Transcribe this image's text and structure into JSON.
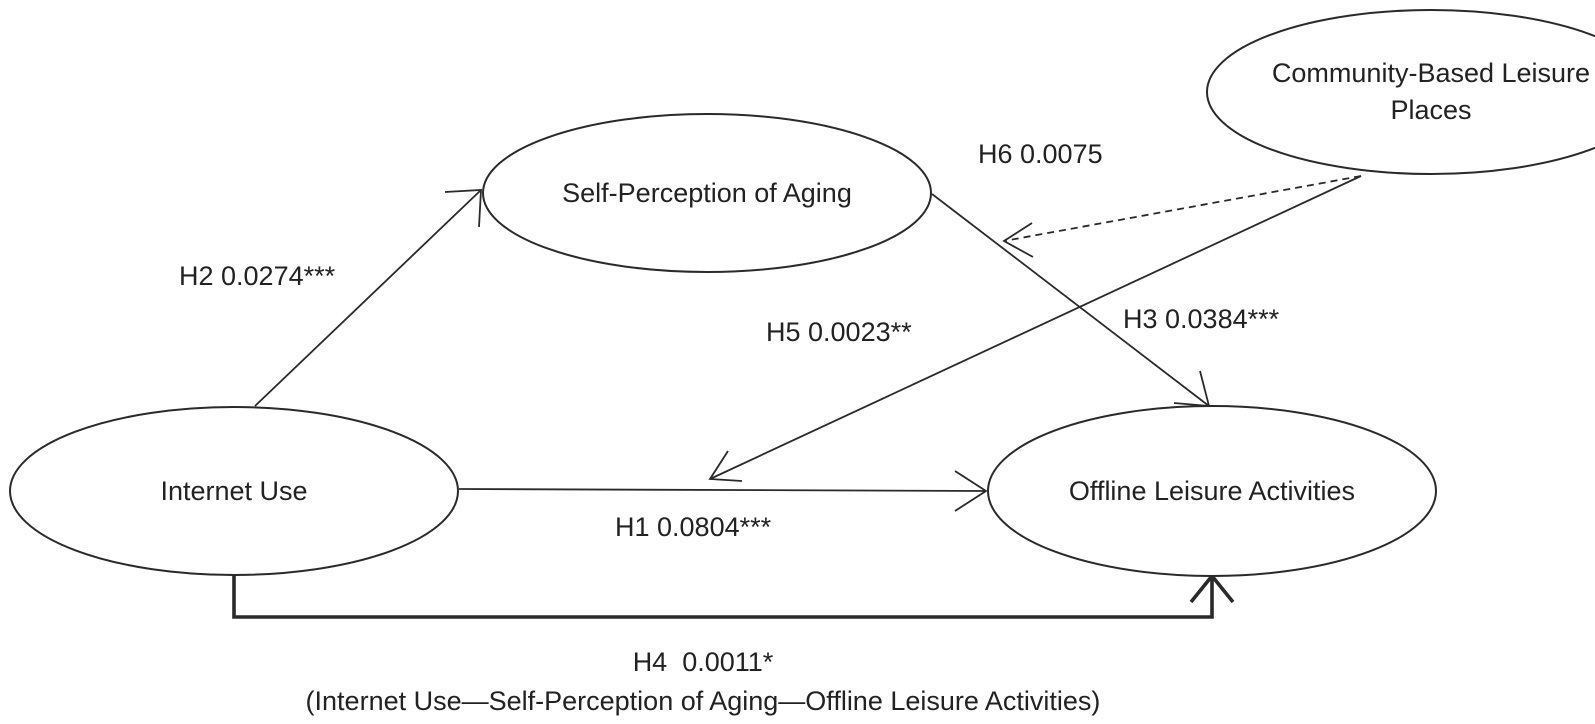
{
  "nodes": {
    "community_leisure_places": {
      "line1": "Community-Based Leisure",
      "line2": "Places"
    },
    "self_perception_aging": "Self-Perception of Aging",
    "internet_use": "Internet Use",
    "offline_leisure": "Offline Leisure Activities"
  },
  "edges": {
    "h1": "H1 0.0804***",
    "h2": "H2 0.0274***",
    "h3": "H3 0.0384***",
    "h4": "H4  0.0011*",
    "h4_path": "(Internet Use—Self-Perception of Aging—Offline Leisure Activities)",
    "h5": "H5 0.0023**",
    "h6": "H6 0.0075"
  }
}
